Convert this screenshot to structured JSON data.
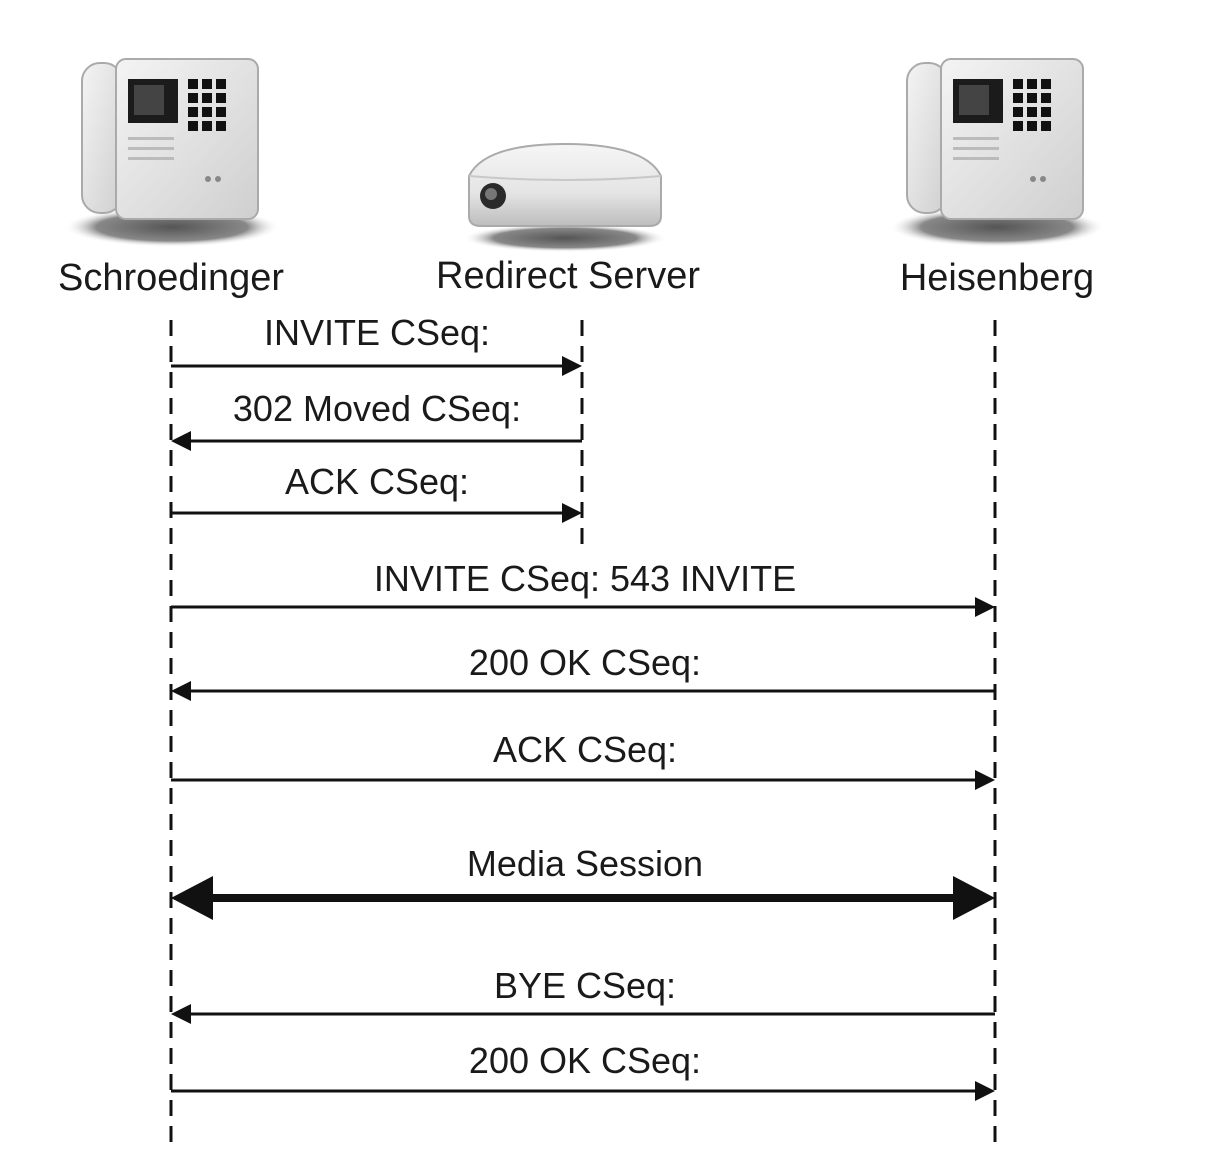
{
  "participants": [
    {
      "id": "schroedinger",
      "name": "Schroedinger",
      "icon": "desk-phone-icon"
    },
    {
      "id": "redirect",
      "name": "Redirect Server",
      "icon": "server-icon"
    },
    {
      "id": "heisenberg",
      "name": "Heisenberg",
      "icon": "desk-phone-icon"
    }
  ],
  "messages": [
    {
      "label": "INVITE CSeq:",
      "from": "schroedinger",
      "to": "redirect"
    },
    {
      "label": "302 Moved CSeq:",
      "from": "redirect",
      "to": "schroedinger"
    },
    {
      "label": "ACK CSeq:",
      "from": "schroedinger",
      "to": "redirect"
    },
    {
      "label": "INVITE CSeq: 543 INVITE",
      "from": "schroedinger",
      "to": "heisenberg"
    },
    {
      "label": "200 OK CSeq:",
      "from": "heisenberg",
      "to": "schroedinger"
    },
    {
      "label": "ACK CSeq:",
      "from": "schroedinger",
      "to": "heisenberg"
    },
    {
      "label": "Media Session",
      "from": "schroedinger",
      "to": "heisenberg",
      "bidirectional": true
    },
    {
      "label": "BYE CSeq:",
      "from": "heisenberg",
      "to": "schroedinger"
    },
    {
      "label": "200 OK CSeq:",
      "from": "schroedinger",
      "to": "heisenberg"
    }
  ],
  "colors": {
    "line": "#111111",
    "text": "#1a1a1a"
  }
}
